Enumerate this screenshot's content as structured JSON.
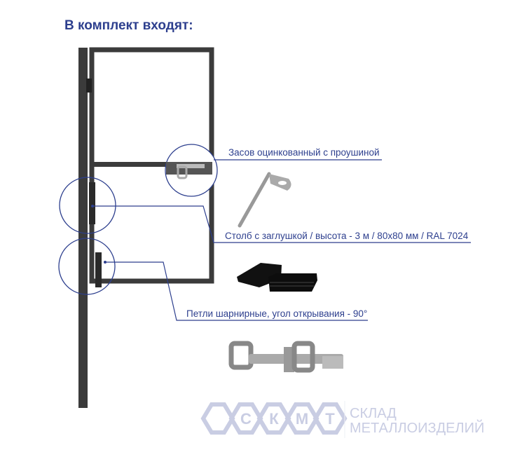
{
  "title": "В комплект входят:",
  "labels": {
    "latch": "Засов оцинкованный с проушиной",
    "post": "Столб с заглушкой / высота - 3 м / 80х80 мм / RAL 7024",
    "hinges": "Петли шарнирные, угол открывания - 90°"
  },
  "logo": {
    "letters": "СКМТ",
    "line1": "СКЛАД",
    "line2": "МЕТАЛЛОИЗДЕЛИЙ"
  },
  "colors": {
    "accent": "#2d3f8e",
    "frame": "#3b3b3b",
    "logo": "#c9cde3"
  }
}
